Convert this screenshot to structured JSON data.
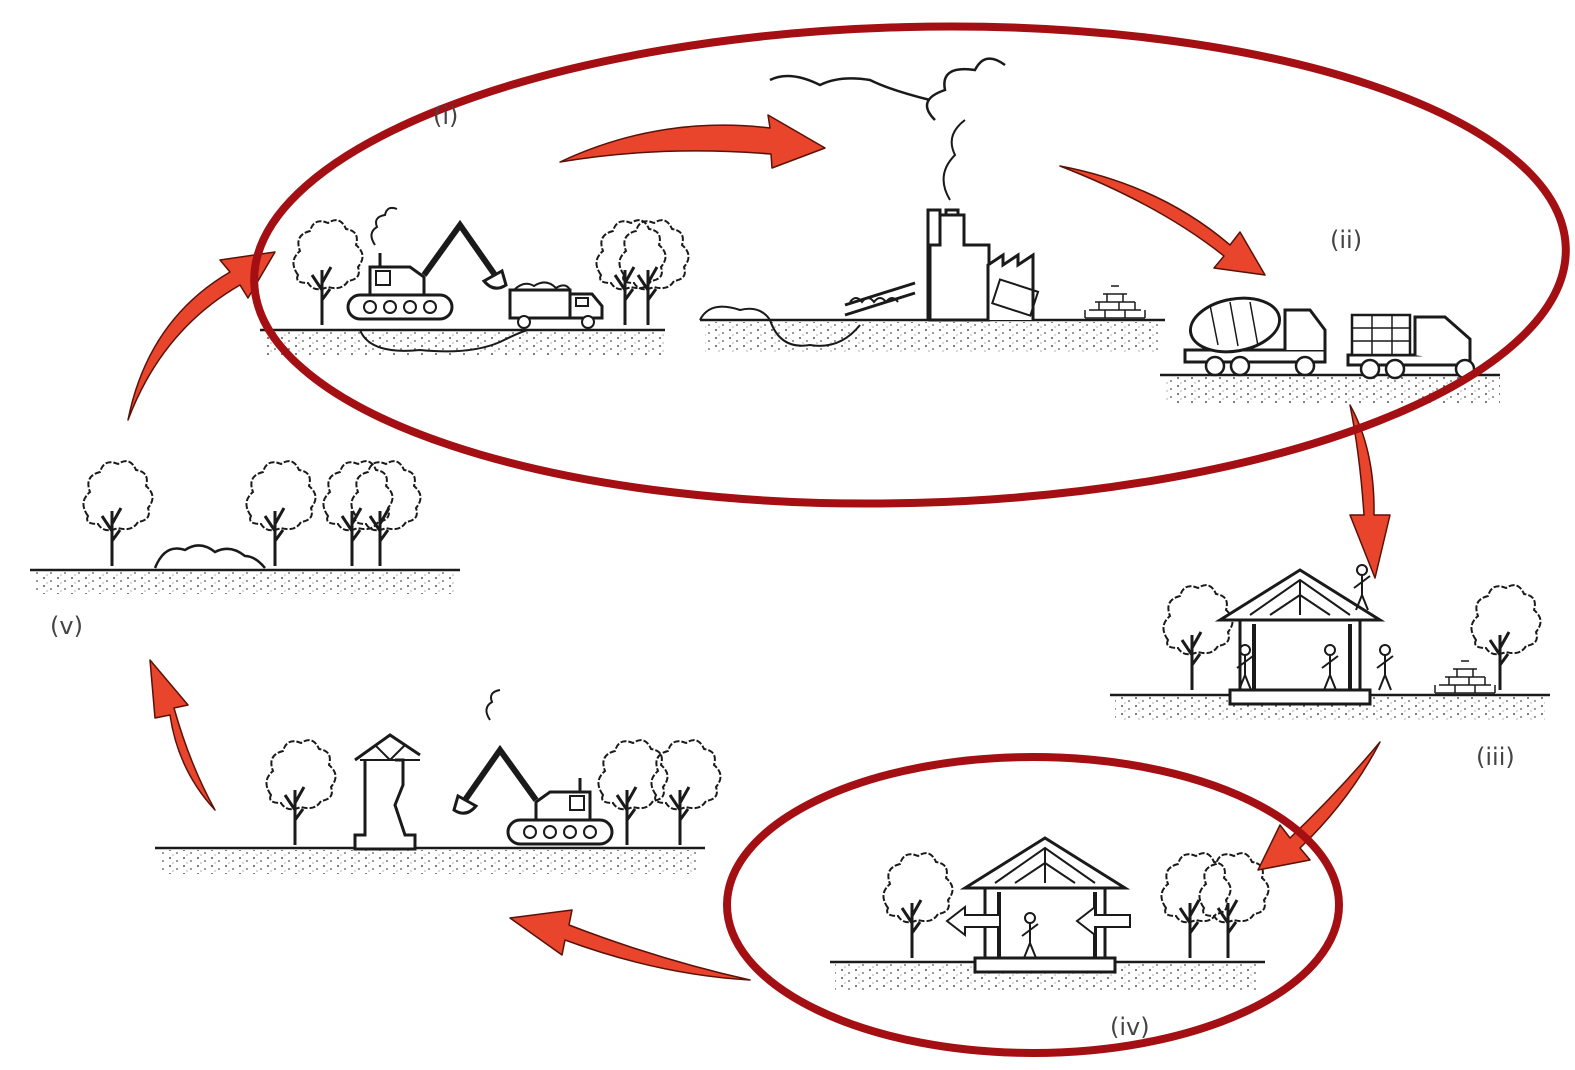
{
  "diagram": {
    "stages": [
      {
        "id": "i",
        "label": "(i)",
        "scene": "material extraction with excavator and dump truck"
      },
      {
        "id": "mfg",
        "label": "",
        "scene": "factory with smokestacks processing raw material"
      },
      {
        "id": "ii",
        "label": "(ii)",
        "scene": "transport by cement mixer truck and flatbed truck"
      },
      {
        "id": "iii",
        "label": "(iii)",
        "scene": "construction of house with workers"
      },
      {
        "id": "iv",
        "label": "(iv)",
        "scene": "building in use with occupant and air flow"
      },
      {
        "id": "dem",
        "label": "",
        "scene": "demolition of house with excavator"
      },
      {
        "id": "v",
        "label": "(v)",
        "scene": "land returned to nature"
      }
    ],
    "colors": {
      "arrow": "#e8452c",
      "arrow_outline": "#5a1208",
      "highlight_ellipse": "#a30f12",
      "ink": "#1a1a1a",
      "label_text": "#444444",
      "ground_dots": "#555555"
    },
    "highlights": [
      {
        "name": "highlight-ellipse-manufacture",
        "encloses": [
          "i",
          "mfg",
          "ii"
        ]
      },
      {
        "name": "highlight-ellipse-use",
        "encloses": [
          "iv"
        ]
      }
    ]
  }
}
